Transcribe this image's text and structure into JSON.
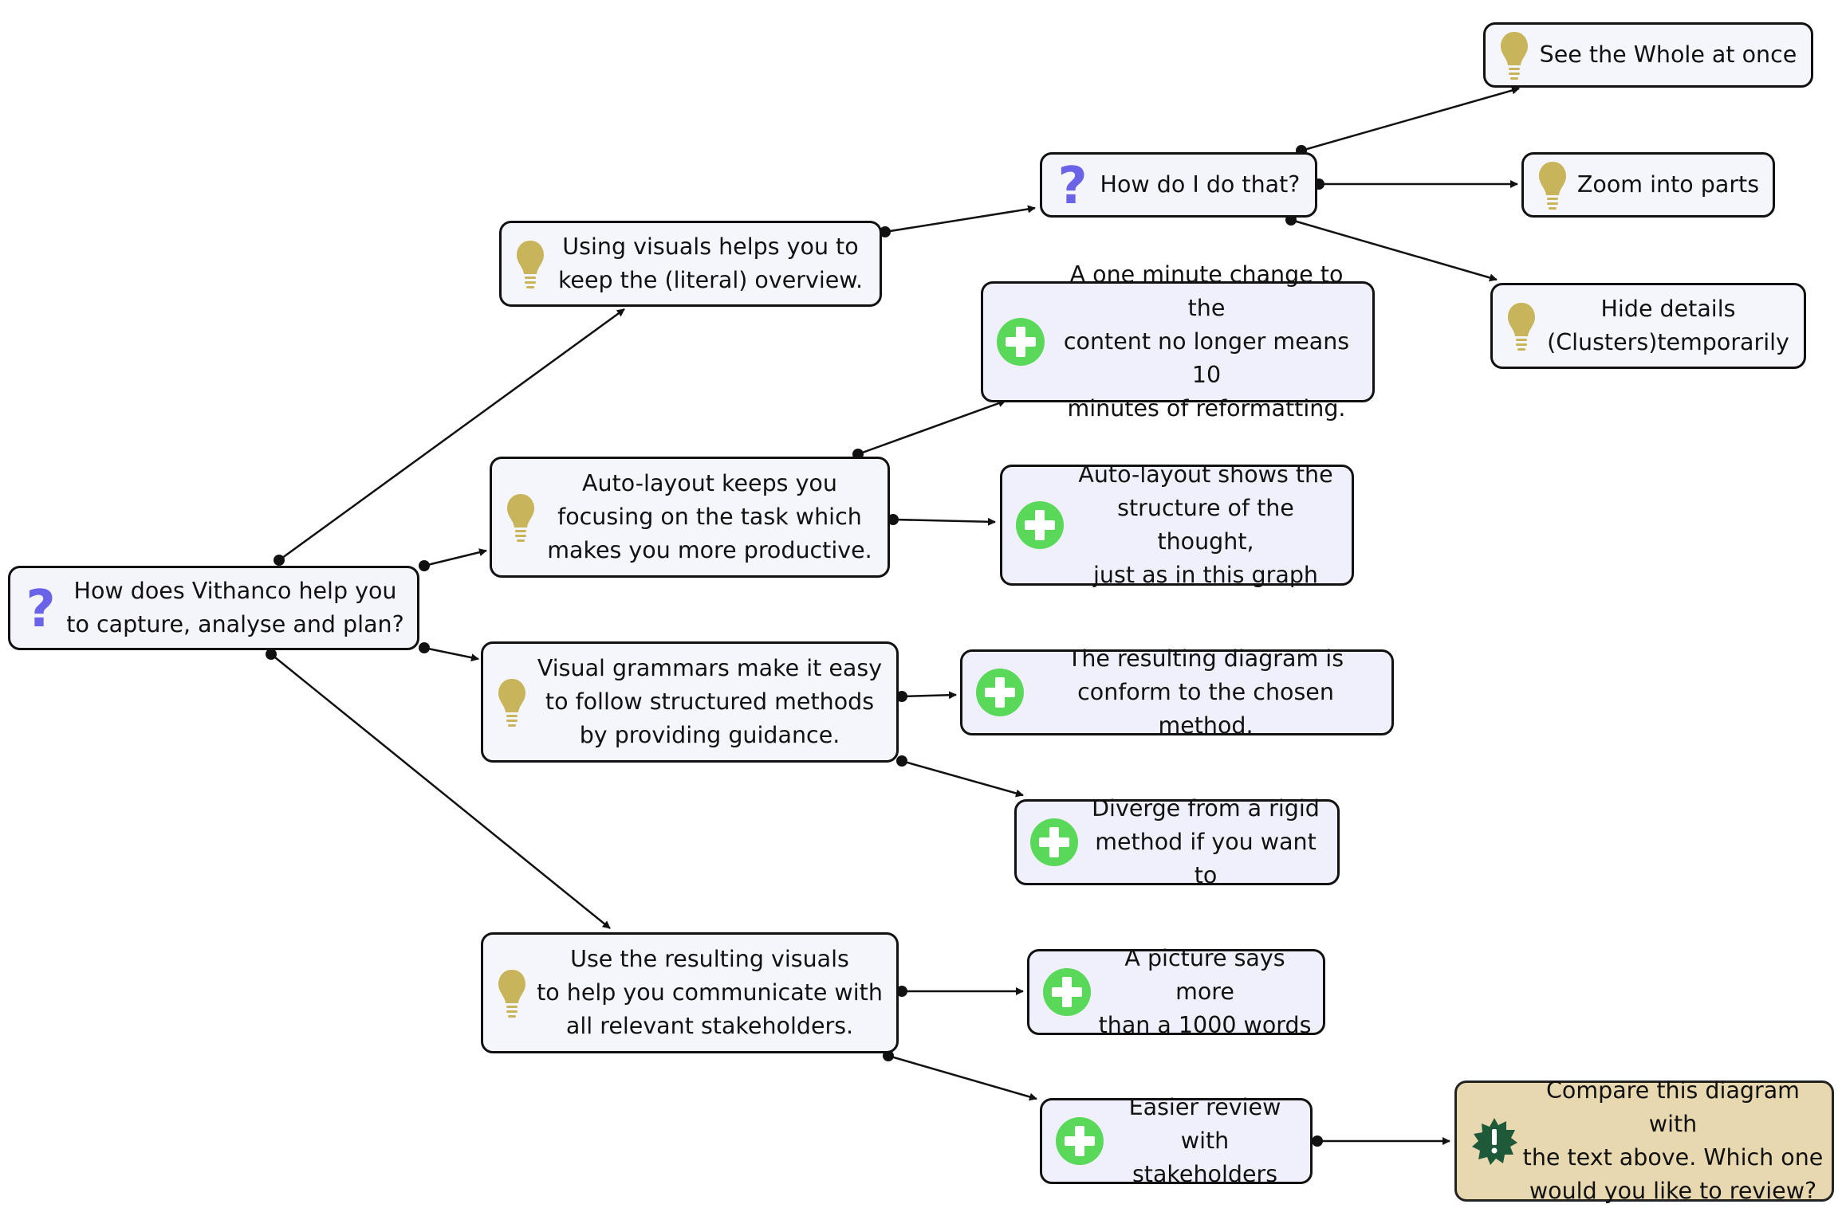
{
  "colors": {
    "question_icon": "#6a63e8",
    "idea_icon": "#c8b45a",
    "pro_icon": "#5ad85a",
    "note_icon": "#1e5a3a",
    "note_fill": "#e8d8b0",
    "node_fill": "#f5f6fb",
    "stroke": "#111111"
  },
  "nodes": {
    "root": {
      "icon": "question-icon",
      "text": "How does Vithanco help you\nto capture, analyse and plan?"
    },
    "visuals": {
      "icon": "lightbulb-icon",
      "text": "Using visuals helps you to\nkeep the (literal) overview."
    },
    "how": {
      "icon": "question-icon",
      "text": "How do I do that?"
    },
    "whole": {
      "icon": "lightbulb-icon",
      "text": "See the Whole at once"
    },
    "zoom": {
      "icon": "lightbulb-icon",
      "text": "Zoom into parts"
    },
    "hide": {
      "icon": "lightbulb-icon",
      "text": "Hide details\n(Clusters)temporarily"
    },
    "oneminute": {
      "icon": "plus-icon",
      "text": "A one minute change to the\ncontent no longer means 10\nminutes of reformatting."
    },
    "autolayout": {
      "icon": "lightbulb-icon",
      "text": "Auto-layout keeps you\nfocusing on the task which\nmakes you more productive."
    },
    "structure": {
      "icon": "plus-icon",
      "text": "Auto-layout shows the\nstructure of the thought,\njust as in this graph"
    },
    "grammars": {
      "icon": "lightbulb-icon",
      "text": "Visual grammars make it easy\nto follow structured methods\nby providing guidance."
    },
    "conform": {
      "icon": "plus-icon",
      "text": "The resulting diagram is\nconform to the chosen method."
    },
    "diverge": {
      "icon": "plus-icon",
      "text": "Diverge from a rigid\nmethod if you want to"
    },
    "communicate": {
      "icon": "lightbulb-icon",
      "text": "Use the resulting visuals\nto help you communicate with\nall relevant stakeholders."
    },
    "picture": {
      "icon": "plus-icon",
      "text": "A picture says more\nthan a 1000 words"
    },
    "review": {
      "icon": "plus-icon",
      "text": "Easier review\nwith stakeholders"
    },
    "compare": {
      "icon": "exclamation-icon",
      "text": "Compare this diagram with\nthe text above. Which one\nwould you like to review?"
    }
  },
  "edges": [
    [
      "root",
      "visuals"
    ],
    [
      "root",
      "autolayout"
    ],
    [
      "root",
      "grammars"
    ],
    [
      "root",
      "communicate"
    ],
    [
      "visuals",
      "how"
    ],
    [
      "how",
      "whole"
    ],
    [
      "how",
      "zoom"
    ],
    [
      "how",
      "hide"
    ],
    [
      "autolayout",
      "oneminute"
    ],
    [
      "autolayout",
      "structure"
    ],
    [
      "grammars",
      "conform"
    ],
    [
      "grammars",
      "diverge"
    ],
    [
      "communicate",
      "picture"
    ],
    [
      "communicate",
      "review"
    ],
    [
      "review",
      "compare"
    ]
  ]
}
